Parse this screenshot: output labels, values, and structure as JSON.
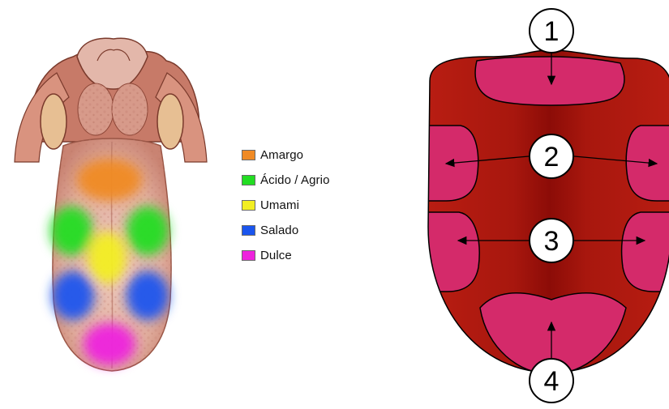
{
  "legend": [
    {
      "label": "Amargo",
      "color": "#f08a24"
    },
    {
      "label": "Ácido / Agrio",
      "color": "#22dd22"
    },
    {
      "label": "Umami",
      "color": "#f2ee22"
    },
    {
      "label": "Salado",
      "color": "#1a55ee"
    },
    {
      "label": "Dulce",
      "color": "#ee22dd"
    }
  ],
  "zones": [
    {
      "number": "1"
    },
    {
      "number": "2"
    },
    {
      "number": "3"
    },
    {
      "number": "4"
    }
  ],
  "colors": {
    "tongue_base": "#b81d12",
    "tongue_center": "#8e0e08",
    "zone_fill": "#d42a6a",
    "outline": "#000000"
  }
}
